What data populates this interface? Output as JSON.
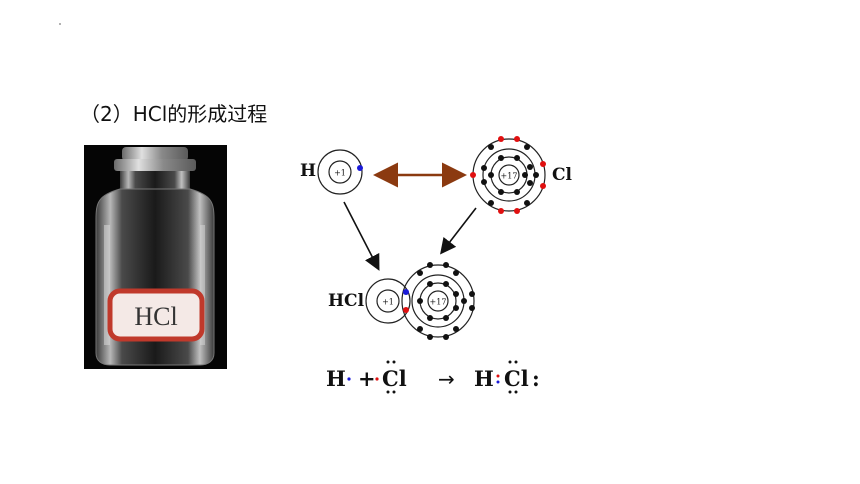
{
  "slide": {
    "title": "（2）HCl的形成过程"
  },
  "photo": {
    "label": "HCl"
  },
  "atoms": {
    "h": {
      "symbol": "H",
      "nucleus": "+1"
    },
    "cl": {
      "symbol": "Cl",
      "nucleus": "+17"
    },
    "hcl": {
      "symbol": "HCl",
      "h_nucleus": "+1",
      "cl_nucleus": "+17"
    }
  },
  "equation": {
    "h": "H",
    "plus": "+",
    "cl": "Cl",
    "arrow": "→",
    "product_h": "H",
    "product_cl": "Cl",
    "colon": ":"
  },
  "colors": {
    "h_electron": "#1a1ad8",
    "cl_valence_electron": "#e01010",
    "electron": "#111111",
    "double_arrow": "#8b3a10"
  }
}
